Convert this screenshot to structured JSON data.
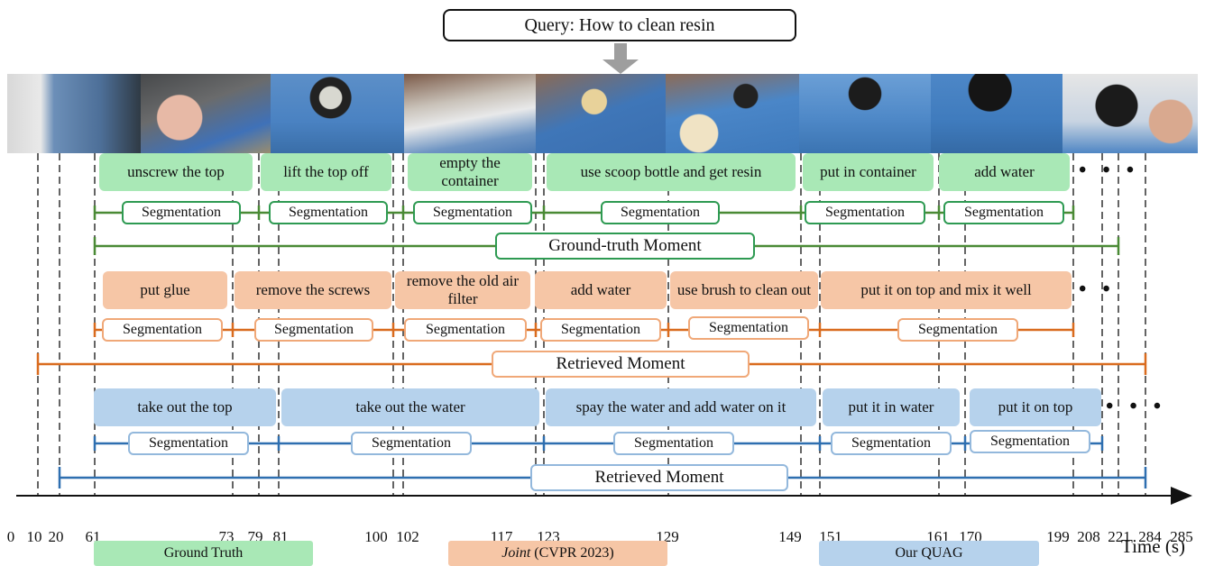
{
  "query": "Query: How to clean resin",
  "icons": {
    "arrow": "down-arrow-icon",
    "frames": "video-frame-thumbnail"
  },
  "colors": {
    "gt": "#a9e8b6",
    "gt_line": "#4a8a35",
    "joint": "#f6c6a6",
    "joint_line": "#d96b1e",
    "ours": "#b6d2ec",
    "ours_line": "#2e6fb0"
  },
  "ground_truth": {
    "captions": [
      "unscrew the top",
      "lift the top off",
      "empty the container",
      "use scoop bottle and get resin",
      "put in container",
      "add water"
    ],
    "segment_label": "Segmentation",
    "moment_label": "Ground-truth Moment",
    "ellipsis": "• • •"
  },
  "joint": {
    "captions": [
      "put glue",
      "remove the screws",
      "remove the old air filter",
      "add water",
      "use brush to clean out",
      "put it on top and mix it well"
    ],
    "segment_label": "Segmentation",
    "moment_label": "Retrieved Moment",
    "ellipsis": "• •"
  },
  "ours": {
    "captions": [
      "take out the top",
      "take out the water",
      "spay the water and add water on it",
      "put it in water",
      "put it on top"
    ],
    "segment_label": "Segmentation",
    "moment_label": "Retrieved Moment",
    "ellipsis": "• • •"
  },
  "axis": {
    "ticks": [
      "0",
      "10",
      "20",
      "61",
      "73",
      "79",
      "81",
      "100",
      "102",
      "117",
      "123",
      "129",
      "149",
      "151",
      "161",
      "170",
      "199",
      "208",
      "221",
      "284",
      "285"
    ],
    "label": "Time (s)"
  },
  "legend": {
    "gt": "Ground Truth",
    "joint_italic": "Joint",
    "joint_rest": " (CVPR 2023)",
    "ours": "Our QUAG"
  }
}
